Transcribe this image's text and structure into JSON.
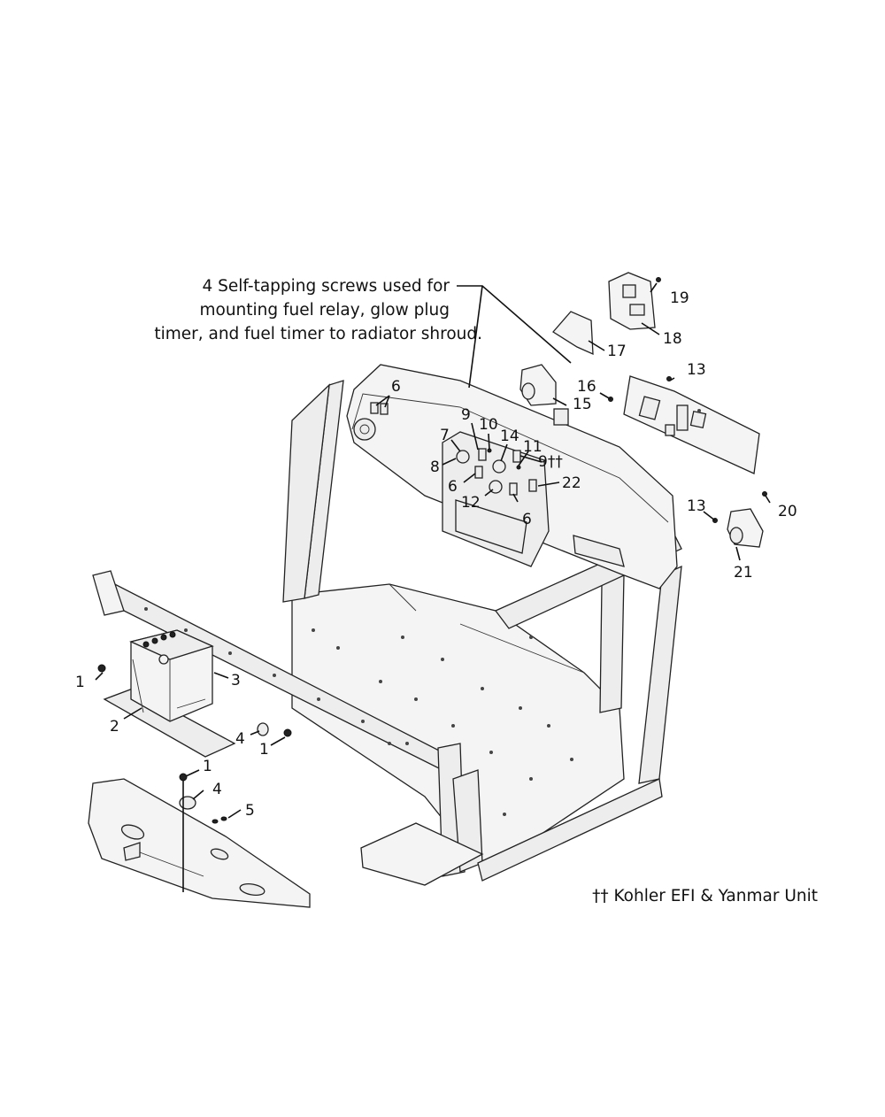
{
  "note": {
    "line1": "4 Self-tapping screws used for",
    "line2": "mounting fuel relay, glow plug",
    "line3": "timer, and fuel timer to radiator shroud."
  },
  "footnote": "†† Kohler EFI & Yanmar Unit",
  "callouts": {
    "c1a": "1",
    "c1b": "1",
    "c1c": "1",
    "c2": "2",
    "c3": "3",
    "c4a": "4",
    "c4b": "4",
    "c5": "5",
    "c6a": "6",
    "c6b": "6",
    "c6c": "6",
    "c7": "7",
    "c8": "8",
    "c9": "9",
    "c9b": "9††",
    "c10": "10",
    "c11": "11",
    "c12": "12",
    "c13a": "13",
    "c13b": "13",
    "c14": "14",
    "c15": "15",
    "c16": "16",
    "c17": "17",
    "c18": "18",
    "c19": "19",
    "c20": "20",
    "c21": "21",
    "c22": "22"
  }
}
